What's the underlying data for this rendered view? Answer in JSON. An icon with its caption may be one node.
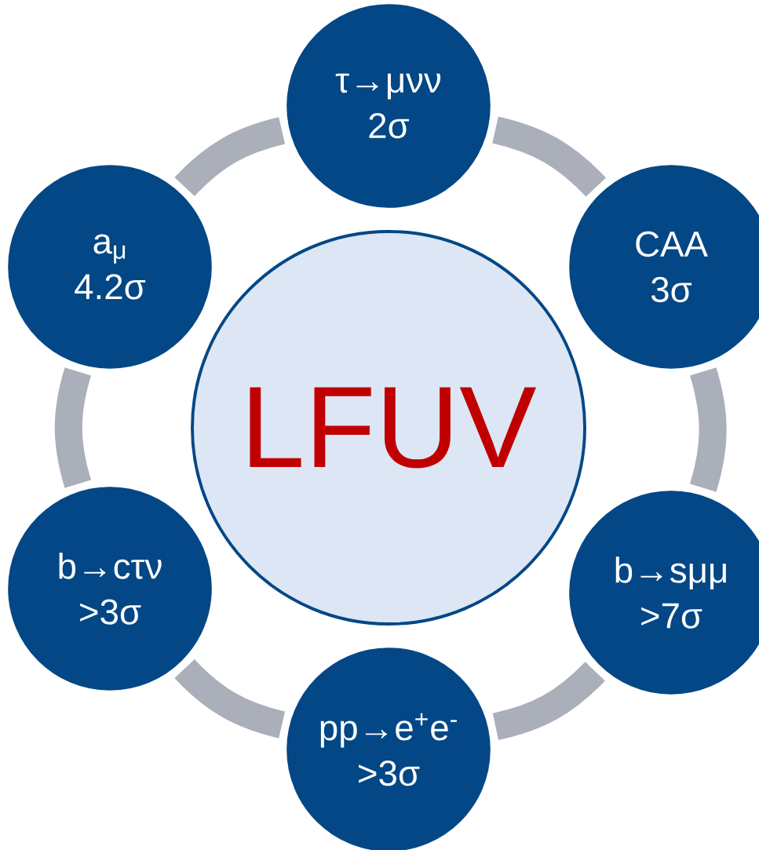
{
  "diagram": {
    "nodes": [
      {
        "text": [
          "LFUV"
        ]
      },
      {
        "text": [
          "τ→μνν",
          "2σ"
        ]
      },
      {
        "text": [
          "CAA",
          "3σ"
        ]
      },
      {
        "text": [
          "b→sμμ",
          ">7σ"
        ]
      },
      {
        "text": [
          "pp→e$^{+}$e$^{-}$",
          ">3σ"
        ]
      },
      {
        "text": [
          "b→cτν",
          ">3σ"
        ]
      },
      {
        "text": [
          "a$_{μ}$",
          "4.2σ"
        ]
      }
    ],
    "edges": [
      {
        "from": 1,
        "to": 2,
        "arrow": "none"
      },
      {
        "from": 2,
        "to": 3,
        "arrow": "none"
      },
      {
        "from": 3,
        "to": 4,
        "arrow": "none"
      },
      {
        "from": 4,
        "to": 5,
        "arrow": "none"
      },
      {
        "from": 5,
        "to": 6,
        "arrow": "none"
      },
      {
        "from": 6,
        "to": 1,
        "arrow": "none"
      }
    ]
  }
}
